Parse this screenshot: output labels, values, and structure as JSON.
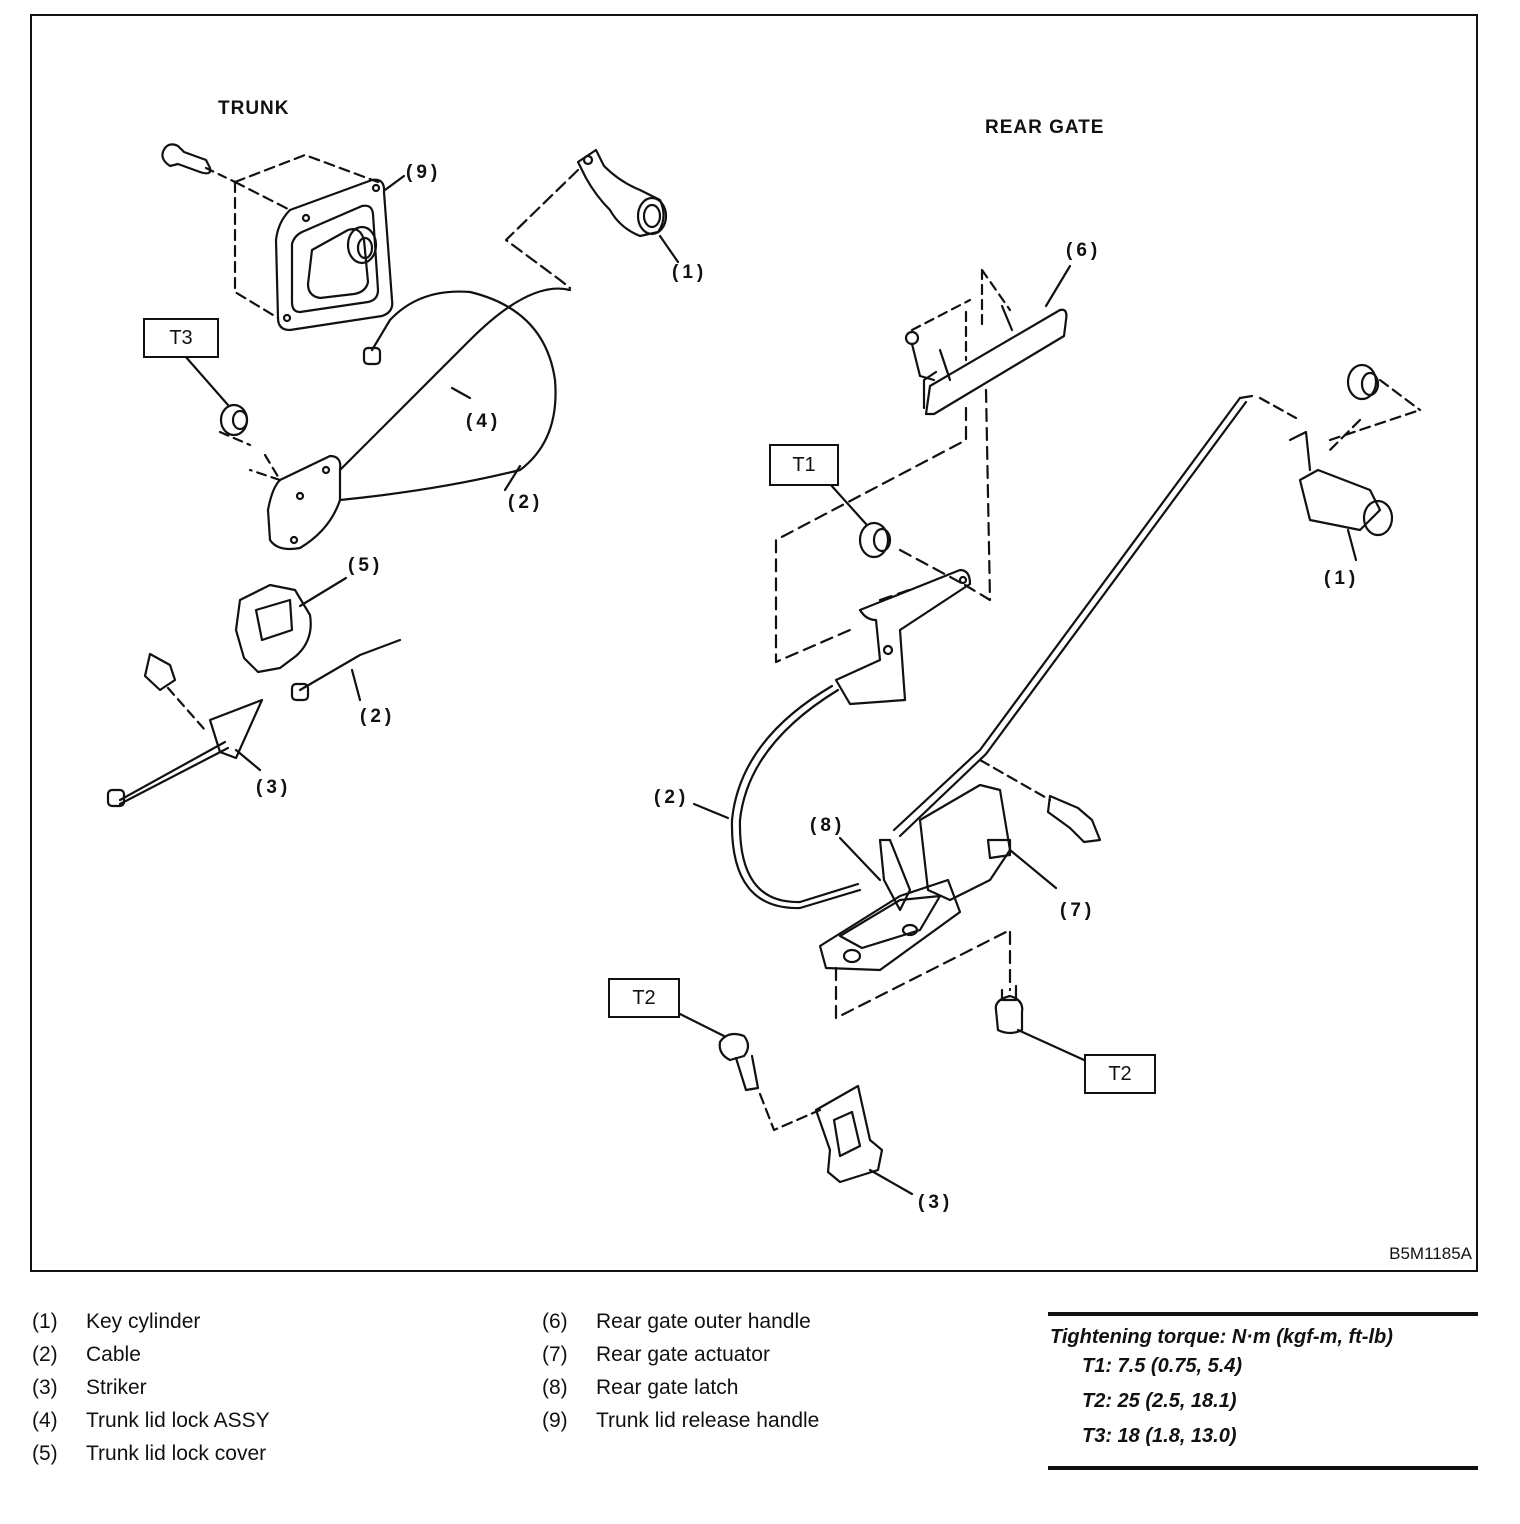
{
  "sections": {
    "trunk_title": "TRUNK",
    "rear_gate_title": "REAR GATE"
  },
  "figure_id": "B5M1185A",
  "callouts": {
    "trunk": {
      "key_cylinder": "(1)",
      "cable_upper": "(2)",
      "cable_lower": "(2)",
      "striker": "(3)",
      "lock_assy": "(4)",
      "lock_cover": "(5)",
      "release_handle": "(9)"
    },
    "rear_gate": {
      "key_cylinder": "(1)",
      "cable": "(2)",
      "striker": "(3)",
      "outer_handle": "(6)",
      "actuator": "(7)",
      "latch": "(8)"
    }
  },
  "torque_tags": {
    "t1": "T1",
    "t2_left": "T2",
    "t2_right": "T2",
    "t3": "T3"
  },
  "legend": {
    "left": [
      {
        "num": "(1)",
        "label": "Key cylinder"
      },
      {
        "num": "(2)",
        "label": "Cable"
      },
      {
        "num": "(3)",
        "label": "Striker"
      },
      {
        "num": "(4)",
        "label": "Trunk lid lock ASSY"
      },
      {
        "num": "(5)",
        "label": "Trunk lid lock cover"
      }
    ],
    "right": [
      {
        "num": "(6)",
        "label": "Rear gate outer handle"
      },
      {
        "num": "(7)",
        "label": "Rear gate actuator"
      },
      {
        "num": "(8)",
        "label": "Rear gate latch"
      },
      {
        "num": "(9)",
        "label": "Trunk lid release handle"
      }
    ]
  },
  "tightening_torque": {
    "header": "Tightening torque: N·m (kgf-m, ft-lb)",
    "values": [
      "T1: 7.5 (0.75, 5.4)",
      "T2: 25 (2.5, 18.1)",
      "T3: 18 (1.8, 13.0)"
    ]
  }
}
